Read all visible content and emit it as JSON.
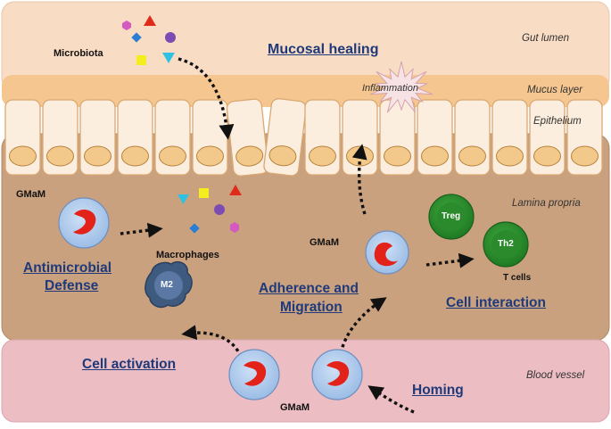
{
  "layers": {
    "gut_lumen": "Gut lumen",
    "mucus_layer": "Mucus layer",
    "epithelium": "Epithelium",
    "lamina_propria": "Lamina propria",
    "blood_vessel": "Blood vessel"
  },
  "processes": {
    "mucosal_healing": "Mucosal healing",
    "antimicrobial_line1": "Antimicrobial",
    "antimicrobial_line2": "Defense",
    "adherence_line1": "Adherence and",
    "adherence_line2": "Migration",
    "cell_interaction": "Cell interaction",
    "cell_activation": "Cell activation",
    "homing": "Homing"
  },
  "labels": {
    "microbiota": "Microbiota",
    "inflammation": "Inflammation",
    "gmam_left": "GMaM",
    "gmam_center": "GMaM",
    "gmam_bottom": "GMaM",
    "macrophages": "Macrophages",
    "m2": "M2",
    "treg": "Treg",
    "th2": "Th2",
    "t_cells": "T cells"
  },
  "colors": {
    "lumen": "#f8dcc4",
    "mucus": "#f6c690",
    "epithelium_cell": "#fbeede",
    "nucleus": "#f2c98a",
    "lamina": "#c9a17e",
    "blood": "#ecbdc3",
    "gmam_cell": "#a9c8ec",
    "gmam_nucleus": "#e32219",
    "macrophage": "#3f5a7f",
    "t_cell": "#2e8b2e",
    "process_text": "#1f3a7a"
  },
  "icons": [
    "hexagon-icon",
    "triangle-icon",
    "diamond-icon",
    "circle-icon",
    "square-icon",
    "inverted-triangle-icon",
    "starburst-icon",
    "dashed-arrow-icon"
  ]
}
